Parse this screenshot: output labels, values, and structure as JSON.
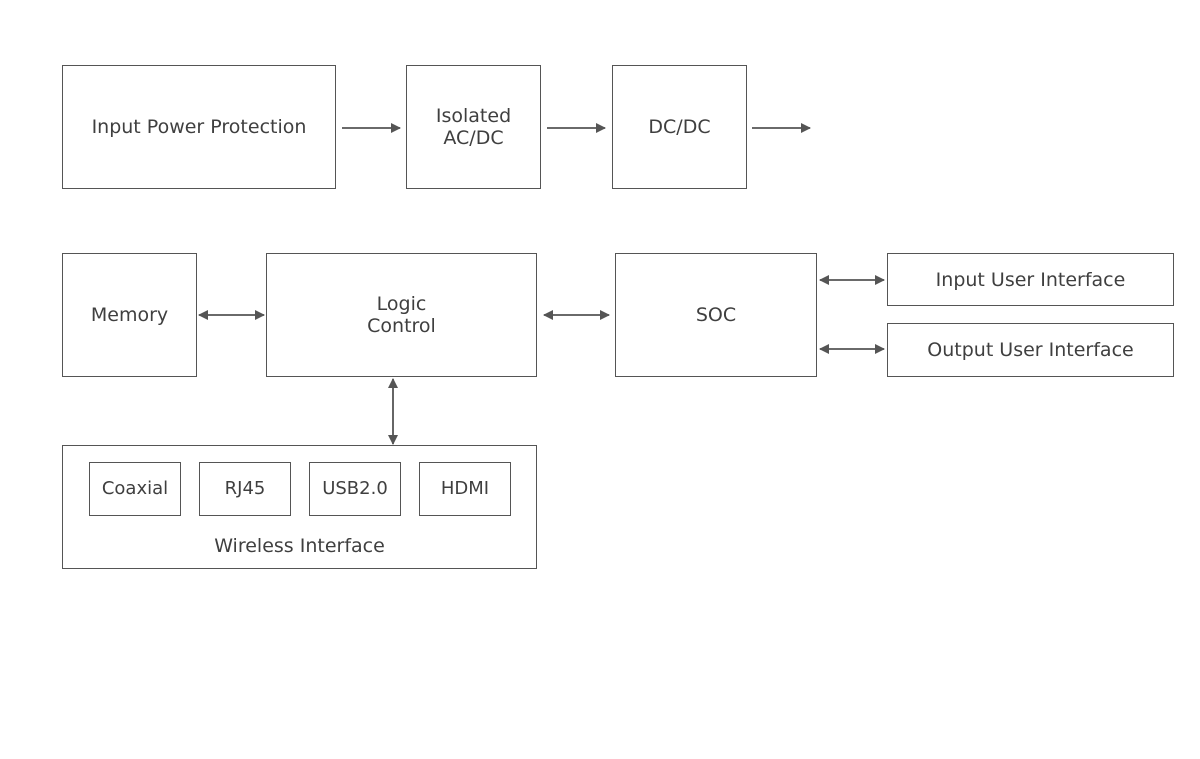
{
  "blocks": {
    "input_power_protection": "Input Power Protection",
    "isolated_acdc": "Isolated\nAC/DC",
    "dcdc": "DC/DC",
    "memory": "Memory",
    "logic_control": "Logic\nControl",
    "soc": "SOC",
    "input_user_interface": "Input User Interface",
    "output_user_interface": "Output User Interface",
    "wireless_interface": "Wireless Interface",
    "ports": {
      "coaxial": "Coaxial",
      "rj45": "RJ45",
      "usb": "USB2.0",
      "hdmi": "HDMI"
    }
  },
  "colors": {
    "line": "#555555",
    "text": "#3f3f3f",
    "background": "#ffffff"
  }
}
